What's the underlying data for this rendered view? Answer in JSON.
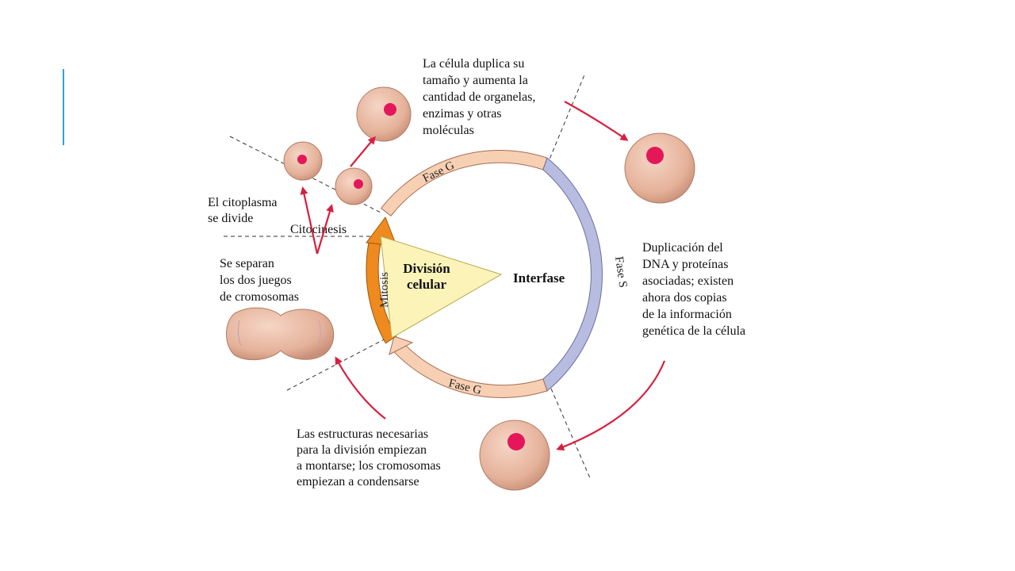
{
  "colors": {
    "accent": "#2aa6d8",
    "arrow": "#d6203f",
    "g_phase_fill": "#f7d0b4",
    "s_phase_fill": "#b8bce0",
    "mitosis_fill": "#ef8a1e",
    "division_fill": "#fbf3b8",
    "cell_fill": "#e7b79f",
    "nucleus": "#e3175a"
  },
  "diagram": {
    "phases": {
      "g1": "Fase G",
      "s": "Fase S",
      "g2": "Fase G",
      "mitosis": "Mitosis"
    },
    "center": {
      "division": "División celular",
      "interphase": "Interfase"
    },
    "cytokinesis": "Citocinesis",
    "annotations": {
      "growth": [
        "La célula duplica su",
        "tamaño y aumenta la",
        "cantidad de organelas,",
        "enzimas y otras",
        "moléculas"
      ],
      "dna_duplication": [
        "Duplicación del",
        "DNA y proteínas",
        "asociadas; existen",
        "ahora dos copias",
        "de la información",
        "genética de la célula"
      ],
      "preparation": [
        "Las estructuras necesarias",
        "para la división empiezan",
        "a montarse; los cromosomas",
        "empiezan a condensarse"
      ],
      "chromosome_separation": [
        "Se separan",
        "los dos juegos",
        "de cromosomas"
      ],
      "cytoplasm_division": [
        "El citoplasma",
        "se divide"
      ]
    }
  }
}
